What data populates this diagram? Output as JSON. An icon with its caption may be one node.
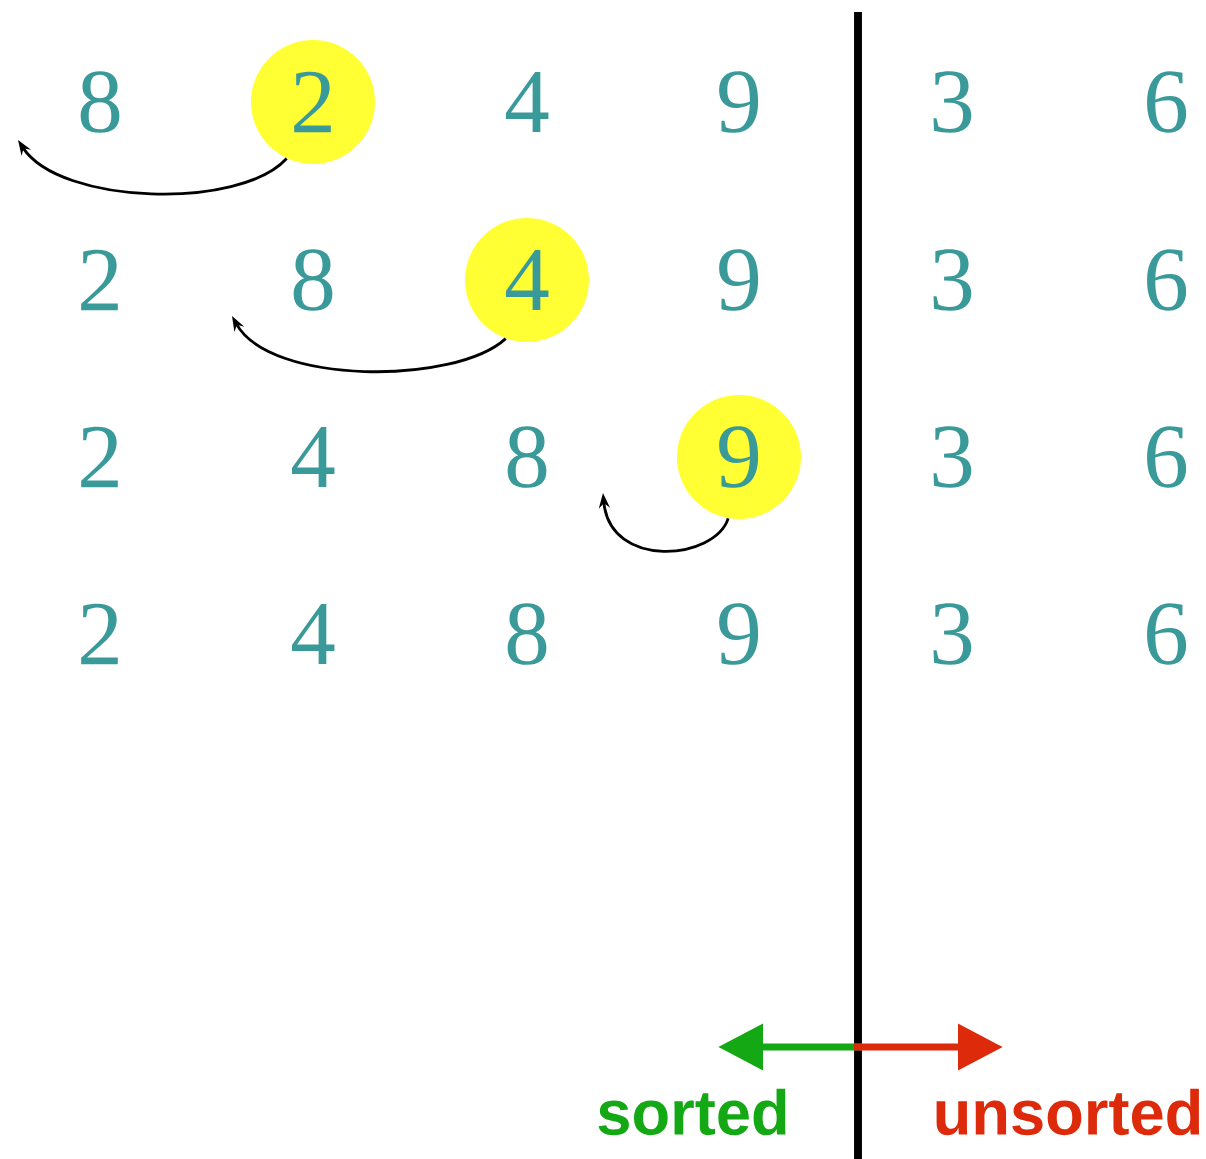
{
  "diagram": {
    "nodes": [
      {
        "text": [
          "2"
        ]
      },
      {
        "text": [
          "4"
        ]
      },
      {
        "text": [
          "9"
        ]
      }
    ],
    "edges": [
      {
        "from": 0,
        "to": null,
        "arrow": "to"
      },
      {
        "from": 1,
        "to": null,
        "arrow": "to"
      },
      {
        "from": 2,
        "to": null,
        "arrow": "to"
      }
    ],
    "labels": [
      "8",
      "4",
      "9",
      "3",
      "6",
      "2",
      "8",
      "9",
      "3",
      "6",
      "2",
      "4",
      "8",
      "3",
      "6",
      "2",
      "4",
      "8",
      "9",
      "3",
      "6",
      "sorted",
      "unsorted"
    ]
  }
}
